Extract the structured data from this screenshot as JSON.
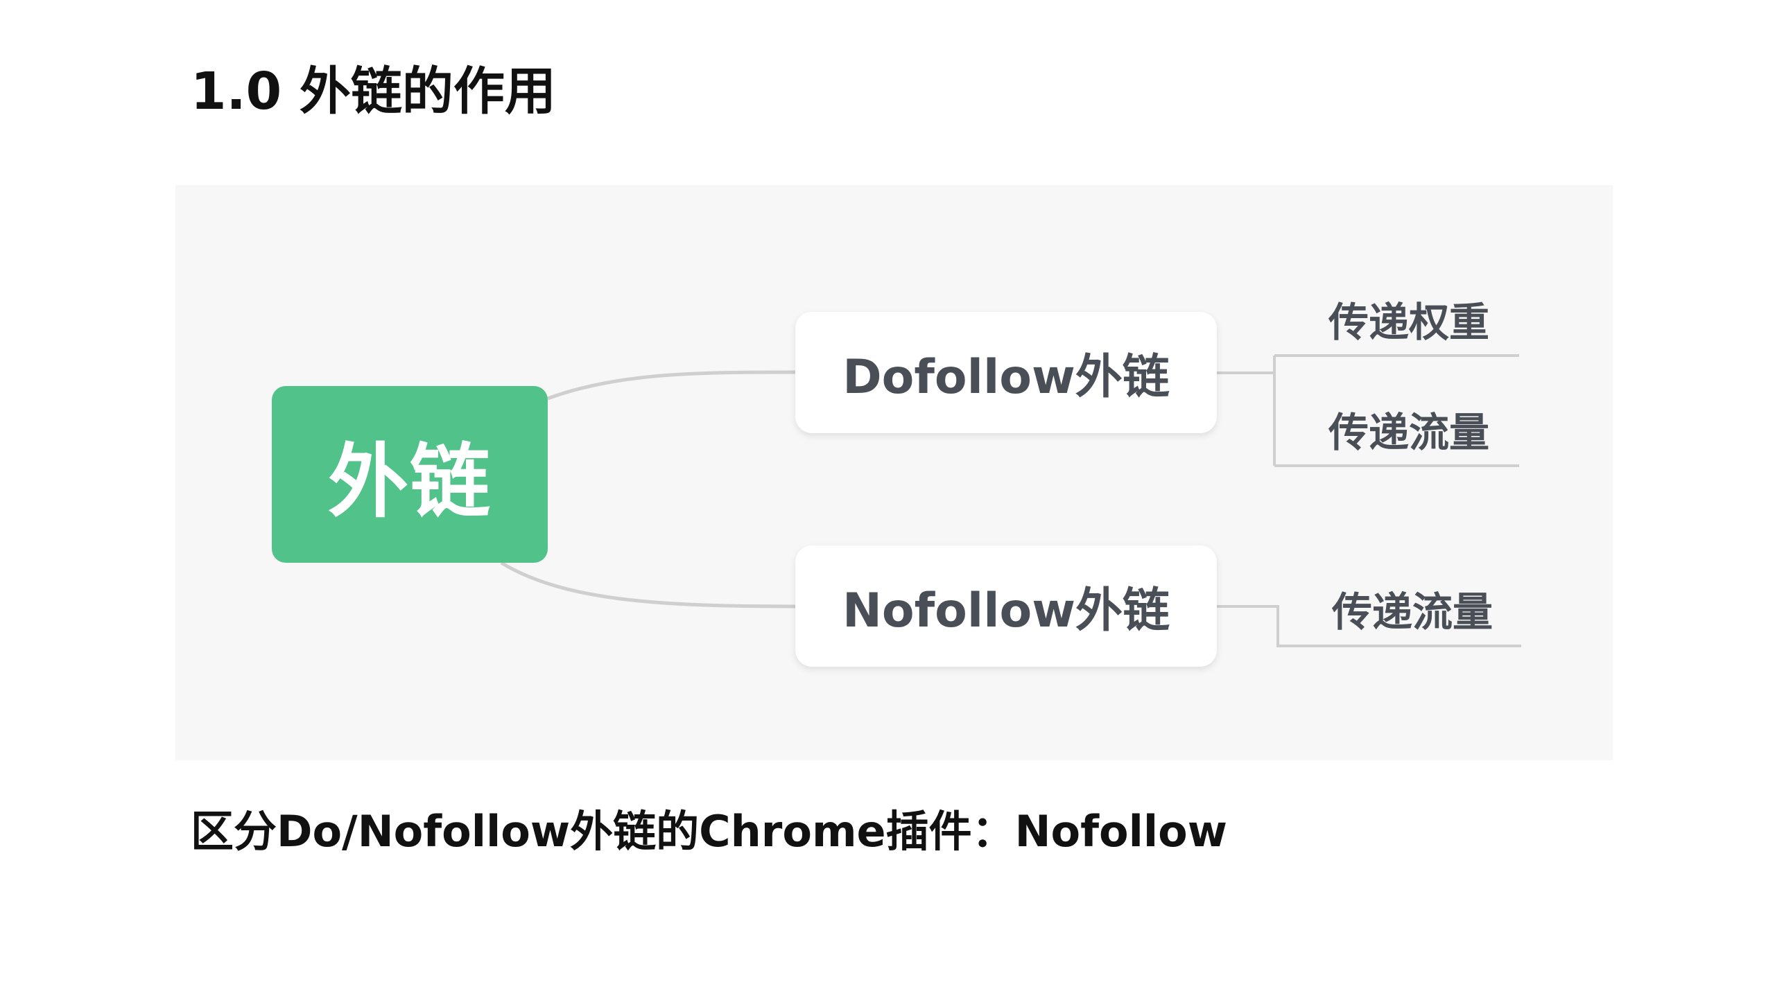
{
  "slide": {
    "title": "1.0 外链的作用",
    "footer": "区分Do/Nofollow外链的Chrome插件：Nofollow"
  },
  "diagram": {
    "root": "外链",
    "branches": [
      {
        "label": "Dofollow外链",
        "children": [
          "传递权重",
          "传递流量"
        ]
      },
      {
        "label": "Nofollow外链",
        "children": [
          "传递流量"
        ]
      }
    ],
    "colors": {
      "root_fill": "#52c28b",
      "panel_bg": "#f7f7f7",
      "node_text": "#4a4f57",
      "connector": "#cfcfcf"
    }
  }
}
